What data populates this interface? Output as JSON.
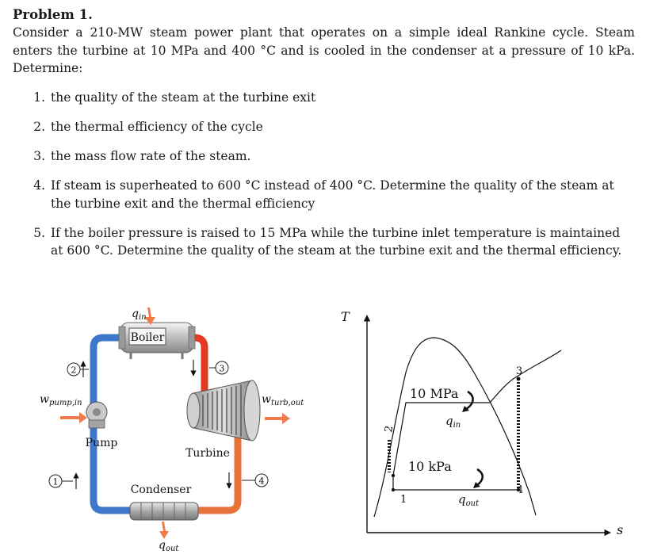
{
  "problem": {
    "title": "Problem 1.",
    "intro": "Consider a 210-MW steam power plant that operates on a simple ideal Rankine cycle. Steam enters the turbine at 10 MPa and 400 °C and is cooled in the condenser at a pressure of 10 kPa. Determine:",
    "questions": [
      "the quality of the steam at the turbine exit",
      "the thermal efficiency of the cycle",
      "the mass flow rate of the steam.",
      "If steam is superheated to 600 °C instead of 400 °C. Determine the quality of the steam at the turbine exit and the thermal efficiency",
      "If the boiler pressure is raised to 15 MPa while the turbine inlet temperature is maintained at 600 °C. Determine the quality of the steam at the turbine exit and the thermal efficiency."
    ]
  },
  "schematic": {
    "q_in": "q",
    "q_in_sub": "in",
    "q_out": "q",
    "q_out_sub": "out",
    "boiler": "Boiler",
    "turbine": "Turbine",
    "pump": "Pump",
    "condenser": "Condenser",
    "w_pump": "w",
    "w_pump_sub": "pump,in",
    "w_turb": "w",
    "w_turb_sub": "turb,out",
    "state_1": "1",
    "state_2": "2",
    "state_3": "3",
    "state_4": "4",
    "colors": {
      "hot": "#e23b22",
      "cold": "#3f78c8",
      "arrow": "#f07a4a"
    }
  },
  "ts_diagram": {
    "axis_t": "T",
    "axis_s": "s",
    "high_pressure": "10 MPa",
    "low_pressure": "10 kPa",
    "q_in": "q",
    "q_in_sub": "in",
    "q_out": "q",
    "q_out_sub": "out",
    "state_1": "1",
    "state_2": "2",
    "state_3": "3",
    "state_4": "4"
  }
}
